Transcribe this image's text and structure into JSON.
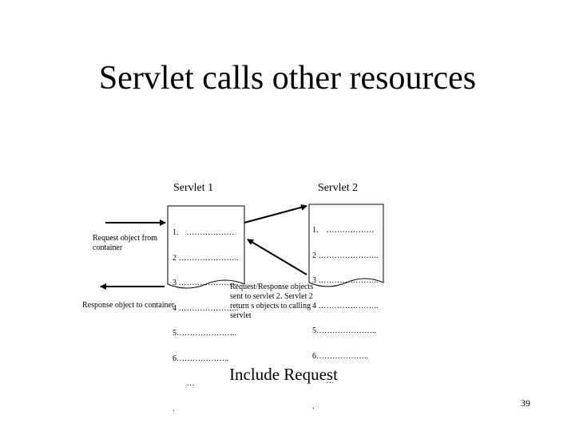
{
  "slide": {
    "title": "Servlet calls other resources",
    "caption": "Include Request",
    "page_number": "39"
  },
  "diagram": {
    "servlet1": {
      "label": "Servlet  1",
      "lines": [
        "1.    ………………",
        "2 …………………..",
        "3 …………………..",
        "4 …………………..",
        "5…………………..",
        "6………………..",
        "       …",
        "."
      ]
    },
    "servlet2": {
      "label": "Servlet  2",
      "lines": [
        "1.    ………………",
        "2 …………………..",
        "3 …………………..",
        "4 …………………..",
        "5…………………..",
        "6………………..",
        "       …",
        "."
      ]
    },
    "notes": {
      "request_from_container": "Request object from container",
      "response_to_container": "Response object to container",
      "request_response_sent": "Request/Response  objects sent to servlet 2. Servlet 2 return s objects to calling servlet"
    }
  }
}
